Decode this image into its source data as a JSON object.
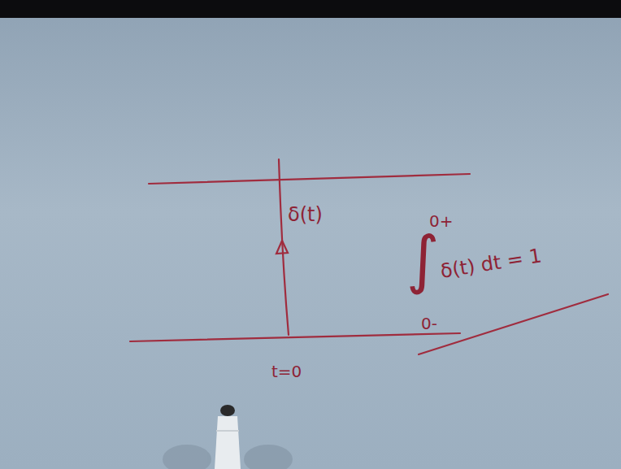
{
  "diagram": {
    "labels": [
      "δ(t)",
      "t=0",
      "0+",
      "∫",
      "δ(t) dt = 1",
      "0-"
    ]
  }
}
